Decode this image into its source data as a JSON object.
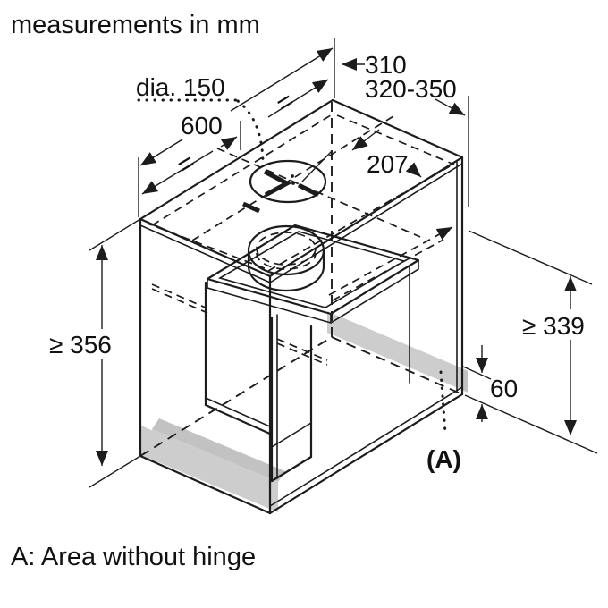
{
  "title": "measurements in mm",
  "footnote": "A: Area without hinge",
  "colors": {
    "line": "#1c1c1c",
    "hinge_area_fill": "#cdcdcd",
    "background": "#ffffff"
  },
  "dimensions": {
    "duct_diameter": "dia. 150",
    "width_top": "600",
    "equals": "=",
    "depth_min_top": "310",
    "depth_range": "320-350",
    "top_offset": "207",
    "height_left": "≥ 356",
    "height_right": "≥ 339",
    "hinge_free_height": "60",
    "area_marker": "(A)"
  }
}
